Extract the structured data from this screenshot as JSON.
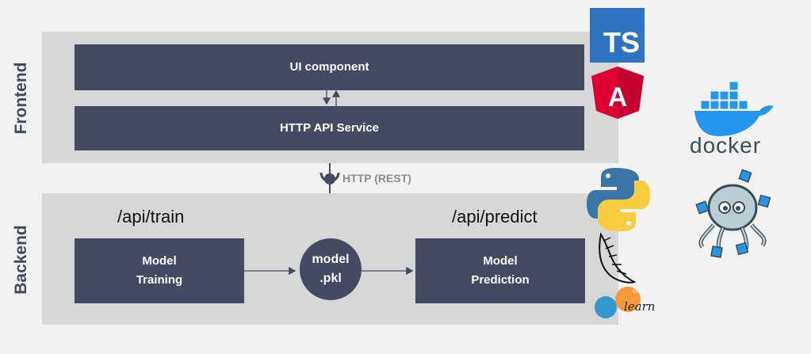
{
  "layers": {
    "frontend": "Frontend",
    "backend": "Backend"
  },
  "frontend": {
    "ui_component": "UI component",
    "http_api_service": "HTTP API Service"
  },
  "connection": {
    "http_label": "HTTP (REST)"
  },
  "backend": {
    "route_train": "/api/train",
    "route_predict": "/api/predict",
    "model_training": "Model Training",
    "model_training_line1": "Model",
    "model_training_line2": "Training",
    "model_file_line1": "model",
    "model_file_line2": ".pkl",
    "model_prediction_line1": "Model",
    "model_prediction_line2": "Prediction"
  },
  "icons": {
    "typescript": "TS",
    "angular": "A",
    "docker": "docker",
    "sklearn": "learn",
    "sklearn_small": "scikit"
  },
  "colors": {
    "box": "#434a61",
    "layer": "#d7d7d7",
    "background": "#f2f2f2",
    "typescript": "#2f74c0",
    "angular": "#dd0031",
    "docker": "#2496ed",
    "python_blue": "#3a75a8",
    "python_yellow": "#f7cd3f"
  }
}
